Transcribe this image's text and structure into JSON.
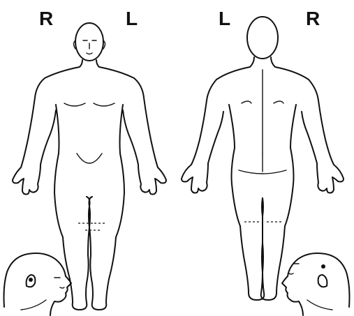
{
  "labels": {
    "front_right": "R",
    "front_left": "L",
    "back_left": "L",
    "back_right": "R"
  },
  "icons": {
    "front_body": "anterior-body-outline",
    "back_body": "posterior-body-outline",
    "left_head": "head-profile-facing-right",
    "right_head": "head-profile-facing-left"
  },
  "colors": {
    "line": "#111111",
    "background": "#ffffff"
  }
}
